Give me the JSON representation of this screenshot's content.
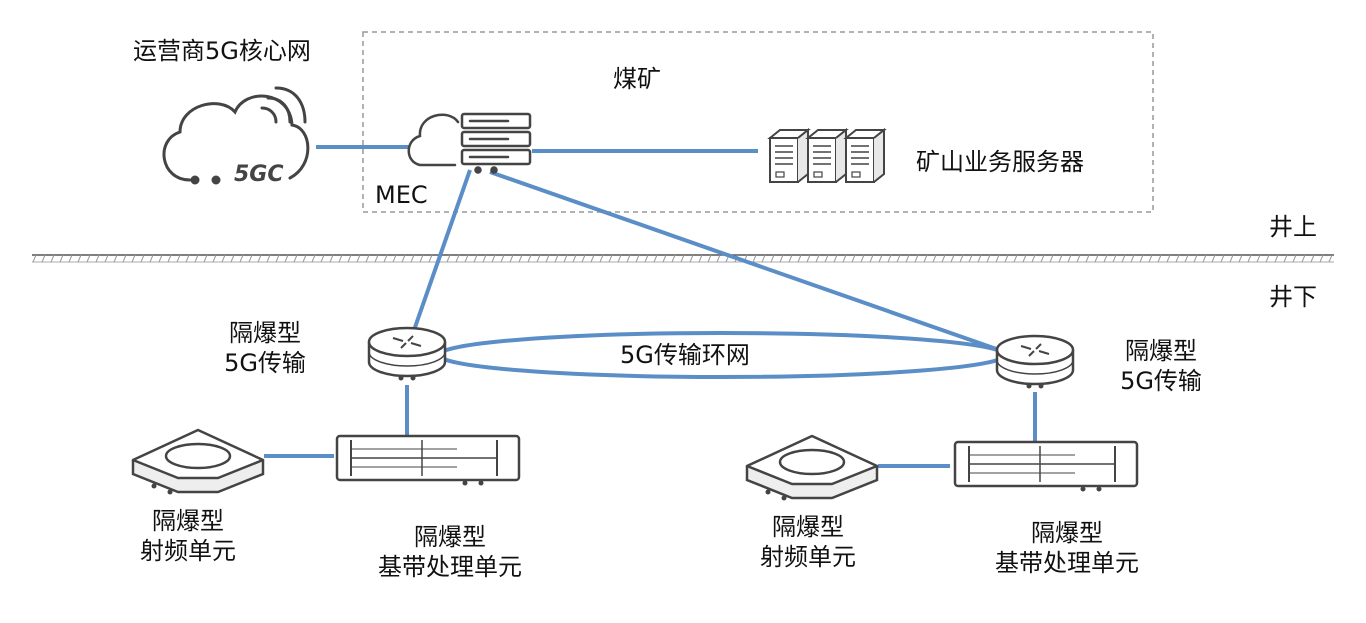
{
  "labels": {
    "core_network": "运营商5G核心网",
    "core_badge": "5GC",
    "mine": "煤矿",
    "mec": "MEC",
    "servers": "矿山业务服务器",
    "above_ground": "井上",
    "below_ground": "井下",
    "ring": "5G传输环网",
    "transport_left": [
      "隔爆型",
      "5G传输"
    ],
    "transport_right": [
      "隔爆型",
      "5G传输"
    ],
    "rru_left": [
      "隔爆型",
      "射频单元"
    ],
    "rru_right": [
      "隔爆型",
      "射频单元"
    ],
    "bbu_left": [
      "隔爆型",
      "基带处理单元"
    ],
    "bbu_right": [
      "隔爆型",
      "基带处理单元"
    ]
  },
  "colors": {
    "link": "#5b8ec7",
    "device_stroke": "#444444",
    "device_fill": "#ffffff",
    "boundary": "#888888"
  },
  "icons": {
    "core": "cloud-wifi-icon",
    "mec": "cloud-server-icon",
    "server": "tower-server-icon",
    "router": "router-icon",
    "rru": "radio-unit-icon",
    "bbu": "rack-unit-icon"
  }
}
